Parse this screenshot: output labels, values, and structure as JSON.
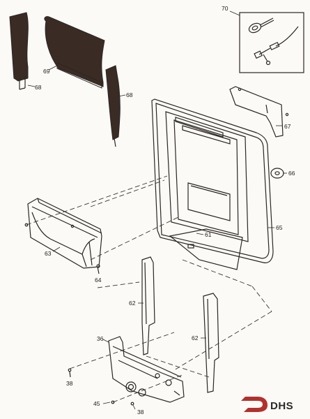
{
  "callouts": {
    "p70": "70",
    "p69": "69",
    "p68a": "68",
    "p68b": "68",
    "p67": "67",
    "p66": "66",
    "p65": "65",
    "p61": "61",
    "p63": "63",
    "p64": "64",
    "p62a": "62",
    "p62b": "62",
    "p36": "36",
    "p38a": "38",
    "p38b": "38",
    "p45": "45"
  },
  "logo": {
    "text": "DHS",
    "color": "#b3302d"
  },
  "colors": {
    "ink": "#2b2622",
    "panel_fill": "#3b2b25",
    "paper": "#fbfaf7"
  }
}
